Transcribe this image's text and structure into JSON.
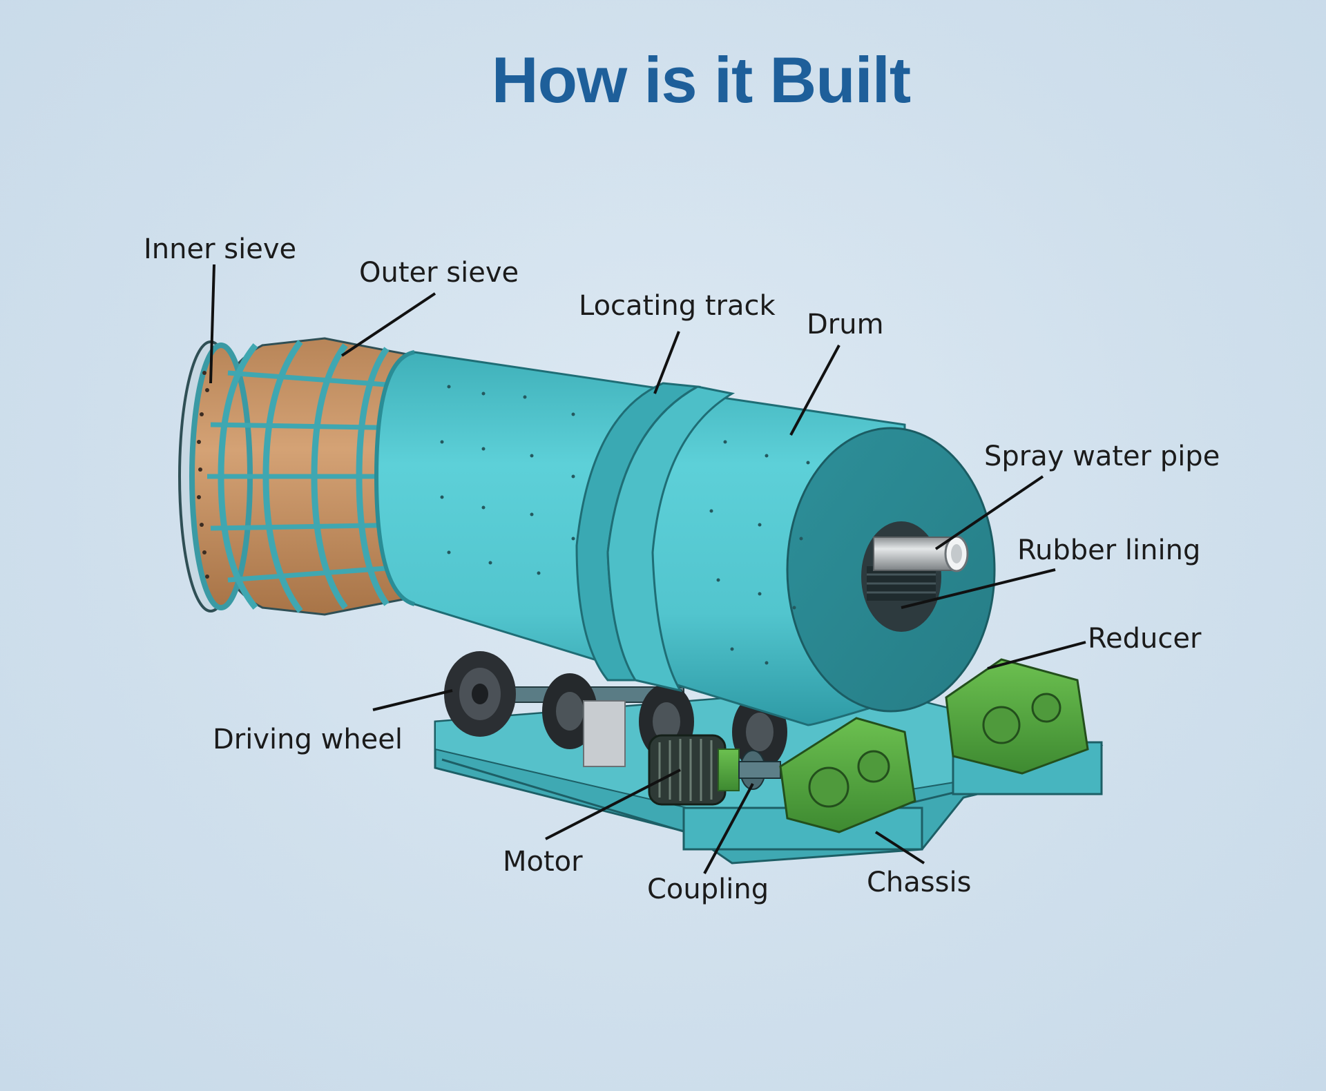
{
  "title": "How is it Built",
  "colors": {
    "background": "#cfdfec",
    "title": "#1e5f9a",
    "drum": "#4ec3cc",
    "sieve": "#c9956a",
    "reducer": "#5aa243",
    "chassis": "#48b8c2"
  },
  "labels": {
    "inner_sieve": "Inner sieve",
    "outer_sieve": "Outer sieve",
    "locating_track": "Locating track",
    "drum": "Drum",
    "spray_water_pipe": "Spray water pipe",
    "rubber_lining": "Rubber lining",
    "reducer": "Reducer",
    "driving_wheel": "Driving wheel",
    "motor": "Motor",
    "coupling": "Coupling",
    "chassis": "Chassis"
  }
}
